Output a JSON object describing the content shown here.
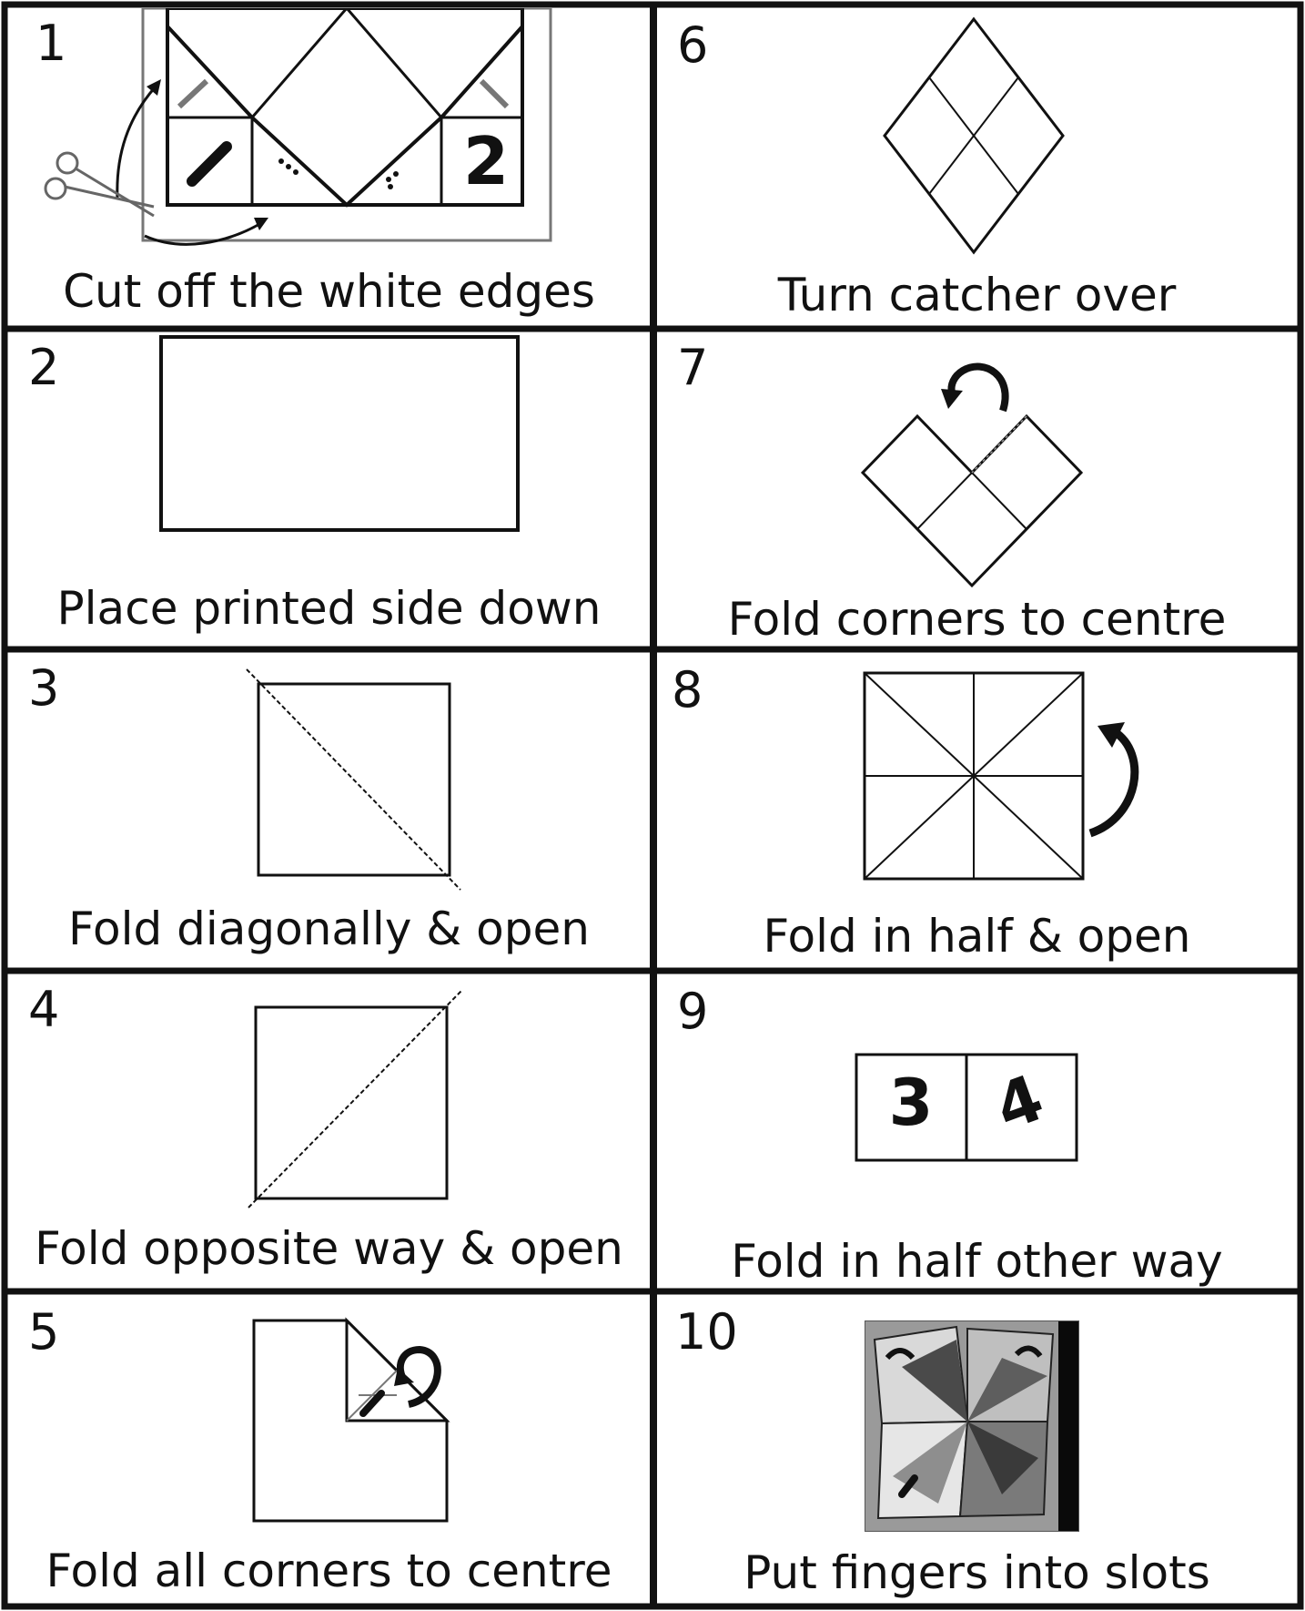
{
  "steps": [
    {
      "number": "1",
      "text": "Cut off the white edges"
    },
    {
      "number": "2",
      "text": "Place printed side down"
    },
    {
      "number": "3",
      "text": "Fold diagonally & open"
    },
    {
      "number": "4",
      "text": "Fold opposite way & open"
    },
    {
      "number": "5",
      "text": "Fold all corners to centre"
    },
    {
      "number": "6",
      "text": "Turn catcher over"
    },
    {
      "number": "7",
      "text": "Fold corners to centre"
    },
    {
      "number": "8",
      "text": "Fold in half & open"
    },
    {
      "number": "9",
      "text": "Fold in half other way"
    },
    {
      "number": "10",
      "text": "Put fingers into slots"
    }
  ],
  "figure_labels": {
    "step1_left_number": "1",
    "step1_right_number": "2",
    "step9_left_number": "3",
    "step9_right_number": "4"
  },
  "icons": {
    "step1": "scissors-icon",
    "arrows": "curved-arrow-icon",
    "step10": "cootie-catcher-photo"
  }
}
